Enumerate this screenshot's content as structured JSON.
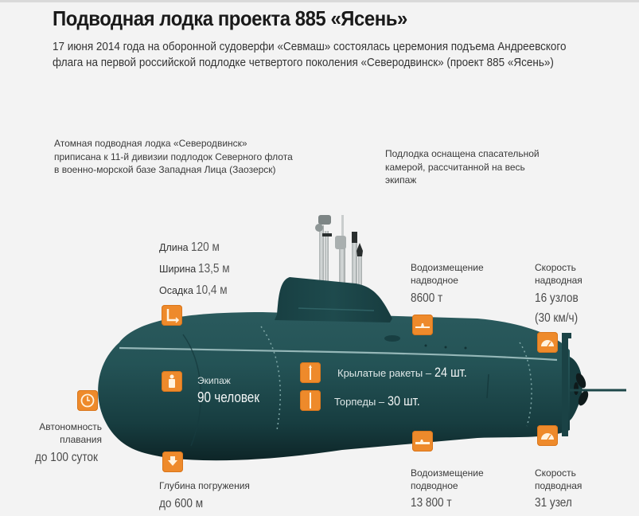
{
  "header": {
    "title": "Подводная лодка проекта 885 «Ясень»",
    "lead": "17 июня 2014 года на оборонной судоверфи «Севмаш» состоялась церемония подъема Андреевского флага на первой российской подлодке четвертого поколения «Северодвинск» (проект 885 «Ясень»)"
  },
  "notes": {
    "left": "Атомная подводная лодка «Северодвинск» приписана к 11-й дивизии подлодок Северного флота в военно-морской базе Западная Лица (Заозерск)",
    "right": "Подлодка оснащена спасательной камерой, рассчитанной на весь экипаж"
  },
  "dimensions": {
    "icon": "ruler-corner-icon",
    "rows": [
      {
        "label": "Длина",
        "value": "120 м"
      },
      {
        "label": "Ширина",
        "value": "13,5 м"
      },
      {
        "label": "Осадка",
        "value": "10,4 м"
      }
    ]
  },
  "specs": {
    "surface_displacement": {
      "label_line1": "Водоизмещение",
      "label_line2": "надводное",
      "value": "8600 т",
      "icon": "surfaced-sub-icon"
    },
    "surface_speed": {
      "label_line1": "Скорость",
      "label_line2": "надводная",
      "value_line1": "16 узлов",
      "value_line2": "(30 км/ч)",
      "icon": "speedometer-icon"
    },
    "crew": {
      "label": "Экипаж",
      "value": "90 человек",
      "icon": "person-icon"
    },
    "cruise_missiles": {
      "label": "Крылатые ракеты – ",
      "value": "24 шт.",
      "icon": "missile-icon"
    },
    "torpedoes": {
      "label": "Торпеды – ",
      "value": "30 шт.",
      "icon": "torpedo-icon"
    },
    "autonomy": {
      "label_line1": "Автономность",
      "label_line2": "плавания",
      "value": "до 100 суток",
      "icon": "clock-icon"
    },
    "depth": {
      "label": "Глубина погружения",
      "value": "до 600 м",
      "icon": "dive-arrow-icon"
    },
    "submerged_displacement": {
      "label_line1": "Водоизмещение",
      "label_line2": "подводное",
      "value": "13 800 т",
      "icon": "submerged-sub-icon"
    },
    "submerged_speed": {
      "label_line1": "Скорость",
      "label_line2": "подводная",
      "value": "31 узел",
      "icon": "speedometer-icon"
    }
  },
  "colors": {
    "background": "#f3f3f3",
    "hull": "#1f4a4d",
    "hull_dark": "#0f2c2f",
    "accent": "#ee8a2b",
    "text": "#2b2b2b"
  }
}
